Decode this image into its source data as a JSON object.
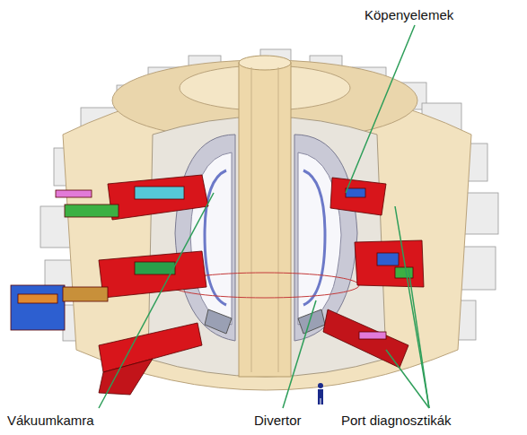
{
  "diagram": {
    "labels": [
      "Köpenyelemek",
      "Vákuumkamra",
      "Divertor",
      "Port diagnosztikák"
    ]
  }
}
